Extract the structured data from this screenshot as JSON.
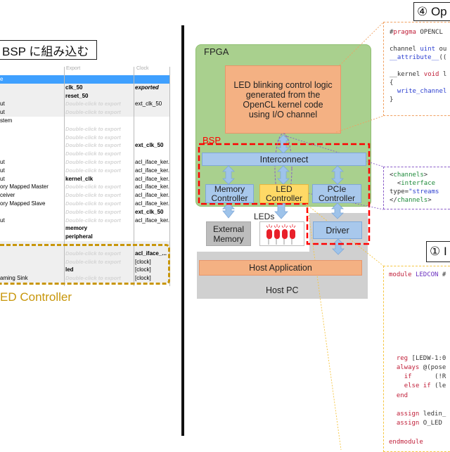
{
  "left_panel": {
    "title": "BSP に組み込む",
    "headers": [
      "Export",
      "Clock"
    ],
    "rows": [
      [
        "e",
        "",
        ""
      ],
      [
        "",
        "clk_50",
        "exported"
      ],
      [
        "",
        "reset_50",
        ""
      ],
      [
        "ut",
        "Double-click to export",
        "ext_clk_50"
      ],
      [
        "ut",
        "Double-click to export",
        ""
      ],
      [
        "stem",
        "",
        ""
      ],
      [
        "",
        "Double-click to export",
        ""
      ],
      [
        "",
        "Double-click to export",
        ""
      ],
      [
        "",
        "Double-click to export",
        "ext_clk_50"
      ],
      [
        "",
        "Double-click to export",
        ""
      ],
      [
        "ut",
        "Double-click to export",
        "acl_iface_ker..."
      ],
      [
        "ut",
        "Double-click to export",
        "acl_iface_ker..."
      ],
      [
        "ut",
        "kernel_clk",
        "acl_iface_ker..."
      ],
      [
        "ory Mapped Master",
        "Double-click to export",
        "acl_iface_ker..."
      ],
      [
        "ceiver",
        "Double-click to export",
        "acl_iface_ker..."
      ],
      [
        "ory Mapped Slave",
        "Double-click to export",
        "acl_iface_ker..."
      ],
      [
        "",
        "Double-click to export",
        "ext_clk_50"
      ],
      [
        "ut",
        "Double-click to export",
        "acl_iface_ker..."
      ],
      [
        "",
        "memory",
        ""
      ],
      [
        "",
        "peripheral",
        ""
      ],
      [
        "",
        "",
        ""
      ],
      [
        "",
        "Double-click to export",
        "acl_iface_..."
      ],
      [
        "",
        "Double-click to export",
        "[clock]"
      ],
      [
        "",
        "led",
        "[clock]"
      ],
      [
        "aming Sink",
        "Double-click to export",
        "[clock]"
      ]
    ],
    "highlight_label": "ED Controller",
    "highlight_color": "#c8960a"
  },
  "diagram": {
    "fpga": "FPGA",
    "kernel_logic": "LED blinking control logic generated from the OpenCL kernel code using I/O channel",
    "bsp": "BSP",
    "interconnect": "Interconnect",
    "memory_controller": "Memory Controller",
    "led_controller": "LED Controller",
    "pcie_controller": "PCIe Controller",
    "leds": "LEDs",
    "external_memory": "External Memory",
    "driver": "Driver",
    "host_application": "Host Application",
    "host_pc": "Host PC",
    "colors": {
      "fpga": "#a9d08e",
      "kernel": "#f4b183",
      "controller": "#a8c8ec",
      "led_controller": "#ffd966",
      "host": "#d0d0d0",
      "bsp_border": "#ff0000"
    }
  },
  "code_panels": {
    "opencl_title": "④ Op",
    "opencl_lines": [
      "#pragma OPENCL",
      "",
      "channel uint ou",
      "__attribute__((",
      "",
      "__kernel void l",
      "{",
      "  write_channel",
      "}"
    ],
    "xml_lines": [
      "<channels>",
      "  <interface",
      "type=\"streams",
      "</channels>"
    ],
    "verilog_title": "① I",
    "verilog_lines": [
      "module LEDCON #",
      "",
      "",
      "",
      "",
      "",
      "",
      "",
      "",
      "  reg [LEDW-1:0",
      "  always @(pose",
      "    if      (!R",
      "    else if (le",
      "  end",
      "",
      "  assign ledin_",
      "  assign O_LED ",
      "",
      "endmodule"
    ]
  }
}
